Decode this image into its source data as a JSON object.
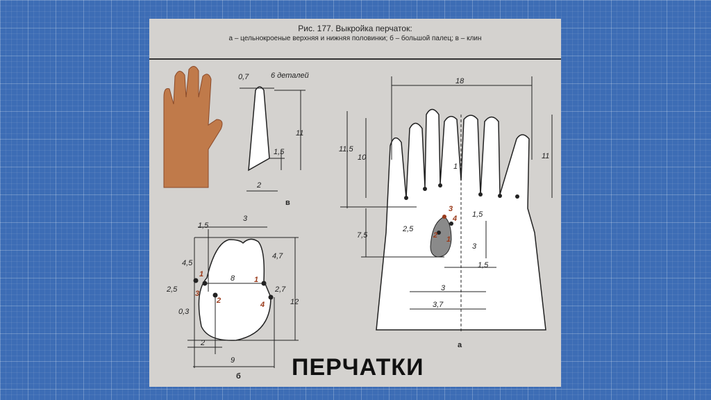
{
  "figure": {
    "caption_title": "Рис. 177. Выкройка перчаток:",
    "caption_legend": "а – цельнокроеные верхняя и нижняя половинки; б – большой палец; в – клин"
  },
  "slide": {
    "title": "ПЕРЧАТКИ"
  },
  "labels": {
    "klin": [
      "0,7",
      "6 деталей",
      "11",
      "1,5",
      "2",
      "в"
    ],
    "glove": [
      "18",
      "11,5",
      "10",
      "11",
      "1",
      "3",
      "2,5",
      "1,5",
      "7,5",
      "2",
      "4",
      "1",
      "3",
      "1,5",
      "3",
      "3,7",
      "а"
    ],
    "thumb": [
      "1,5",
      "3",
      "4,5",
      "4,7",
      "1",
      "8",
      "1",
      "2,5",
      "3",
      "2",
      "2,7",
      "4",
      "12",
      "0,3",
      "2",
      "9",
      "б"
    ]
  },
  "colors": {
    "background": "#3d6db5",
    "hand": "#c07a4a",
    "thumb_insert": "#8a8a8a",
    "point_labels": "#9a3a1a"
  }
}
